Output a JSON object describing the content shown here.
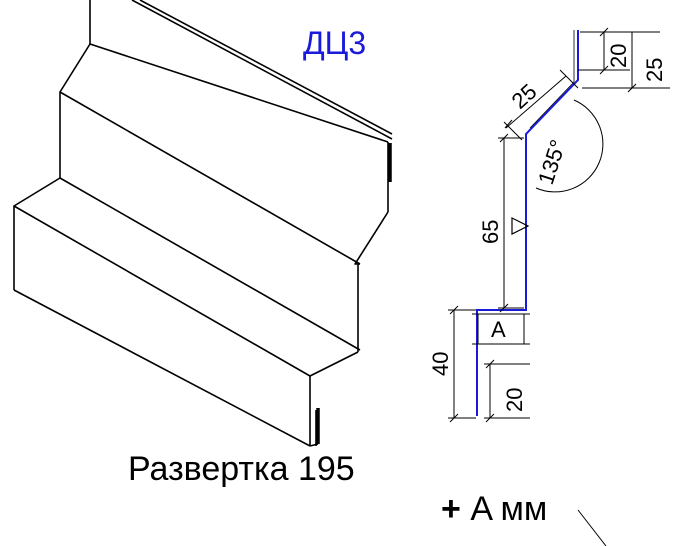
{
  "title": "ДЦ3",
  "dimensions": {
    "d_top_20": "20",
    "d_top_25": "25",
    "d_slant_25": "25",
    "d_angle": "135°",
    "d_height_65": "65",
    "d_width_A": "A",
    "d_bottom_40": "40",
    "d_bottom_20": "20"
  },
  "caption": {
    "unfold": "Развертка 195",
    "extra_plus": "+",
    "extra_value": "A мм"
  },
  "colors": {
    "profile": "#1a1adb",
    "line": "#000000"
  }
}
